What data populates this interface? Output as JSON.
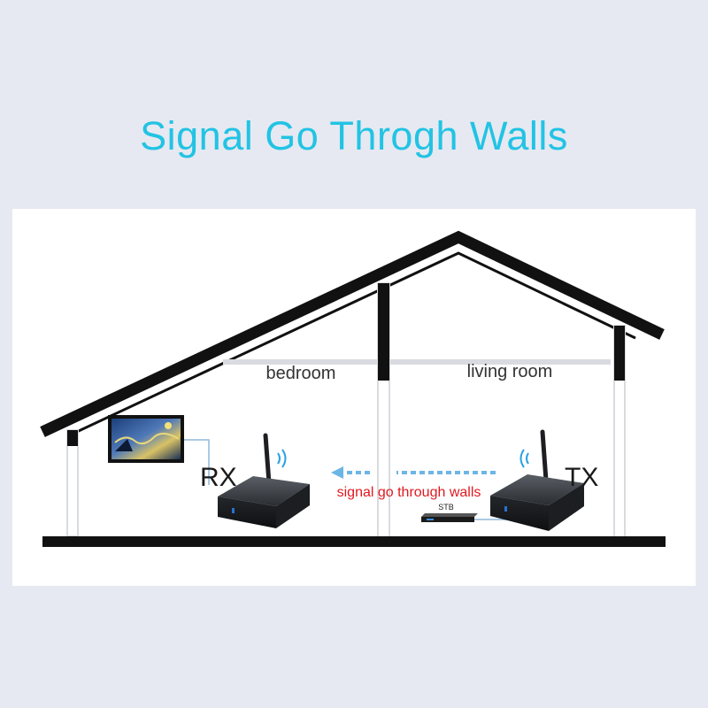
{
  "headline": "Signal Go Throgh Walls",
  "rooms": {
    "bedroom": "bedroom",
    "living_room": "living room"
  },
  "devices": {
    "receiver": "RX",
    "transmitter": "TX",
    "set_top_box": "STB"
  },
  "signal_caption": "signal go through walls",
  "colors": {
    "headline": "#22c3e4",
    "signal_text": "#e0191f",
    "signal_arrow": "#6cb6e6",
    "house_outline": "#111111"
  },
  "icons": [
    "tv-icon",
    "wifi-waves-icon",
    "receiver-box-icon",
    "transmitter-box-icon",
    "set-top-box-icon",
    "arrow-left-icon"
  ]
}
